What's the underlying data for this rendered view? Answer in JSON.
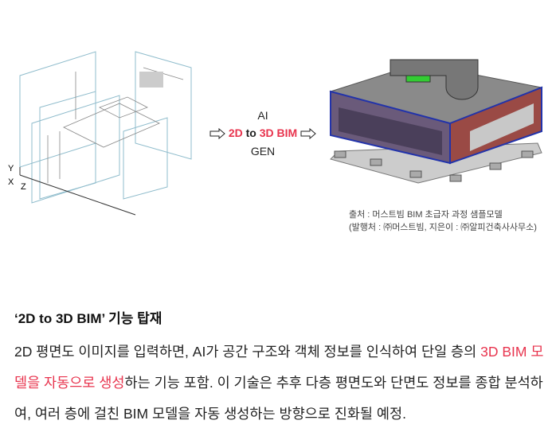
{
  "diagram": {
    "axis_labels": {
      "y": "Y",
      "x": "X",
      "z": "Z"
    },
    "top_label": "AI",
    "center_label": {
      "part1": "2D",
      "part2": " to ",
      "part3": "3D BIM"
    },
    "bottom_label": "GEN",
    "source_line1": "출처 : 머스트빔 BIM 초급자  과정 샘플모델",
    "source_line2": "(발행처 : ㈜머스트빔, 지은이 : ㈜알피건축사사무소)"
  },
  "colors": {
    "accent": "#e8344e"
  },
  "article": {
    "heading": "‘2D to 3D BIM’ 기능 탑재",
    "body_part1": "2D 평면도 이미지를 입력하면, AI가 공간 구조와 객체 정보를 인식하여 단일 층의 ",
    "body_highlight": "3D BIM 모델을 자동으로 생성",
    "body_part2": "하는 기능 포함. 이 기술은 추후 다층 평면도와 단면도 정보를 종합 분석하여, 여러 층에 걸친 BIM 모델을 자동 생성하는 방향으로 진화될 예정."
  }
}
